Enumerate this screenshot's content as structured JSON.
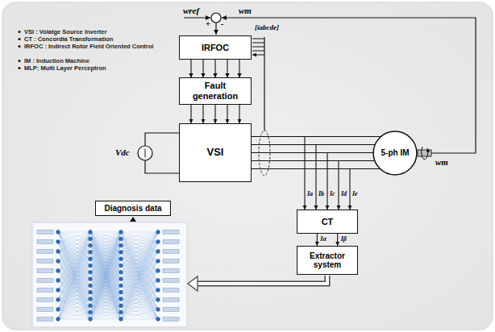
{
  "diagram": {
    "nodes": [
      {
        "text": [
          "IRFOC"
        ]
      },
      {
        "text": [
          "Fault generation"
        ]
      },
      {
        "text": [
          "VSI"
        ]
      },
      {
        "text": [
          "5-ph IM"
        ]
      },
      {
        "text": [
          "CT"
        ]
      },
      {
        "text": [
          "Extractor system"
        ]
      },
      {
        "text": [
          "Diagnosis data"
        ]
      }
    ],
    "edges": [
      {
        "from": 0,
        "to": 1,
        "arrow": "to"
      },
      {
        "from": 0,
        "to": 1,
        "arrow": "to"
      },
      {
        "from": 0,
        "to": 1,
        "arrow": "to"
      },
      {
        "from": 0,
        "to": 1,
        "arrow": "to"
      },
      {
        "from": 0,
        "to": 1,
        "arrow": "to"
      },
      {
        "from": 1,
        "to": 2,
        "arrow": "to"
      },
      {
        "from": 1,
        "to": 2,
        "arrow": "to"
      },
      {
        "from": 1,
        "to": 2,
        "arrow": "to"
      },
      {
        "from": 1,
        "to": 2,
        "arrow": "to"
      },
      {
        "from": 1,
        "to": 2,
        "arrow": "to"
      },
      {
        "from": 2,
        "to": 3,
        "arrow": "none"
      },
      {
        "from": 2,
        "to": 3,
        "arrow": "none"
      },
      {
        "from": 2,
        "to": 3,
        "arrow": "none"
      },
      {
        "from": 2,
        "to": 3,
        "arrow": "none"
      },
      {
        "from": 2,
        "to": 3,
        "arrow": "none"
      },
      {
        "from": 2,
        "to": 4,
        "label": "Ia",
        "arrow": "to"
      },
      {
        "from": 2,
        "to": 4,
        "label": "Ib",
        "arrow": "to"
      },
      {
        "from": 2,
        "to": 4,
        "label": "Ic",
        "arrow": "to"
      },
      {
        "from": 2,
        "to": 4,
        "label": "Id",
        "arrow": "to"
      },
      {
        "from": 2,
        "to": 4,
        "label": "Ie",
        "arrow": "to"
      },
      {
        "from": 4,
        "to": 5,
        "label": "Iα",
        "arrow": "to"
      },
      {
        "from": 4,
        "to": 5,
        "label": "Iβ",
        "arrow": "to"
      }
    ],
    "labels": [
      "VSI : Volatge Source Inverter",
      "CT : Concordia Transformation",
      "IRFOC : Indirect Rotor Field Oriented Control",
      "IM : Induction Machine",
      "MLP: Multi Layer Perceptron",
      "wref",
      "wm",
      "+",
      "-",
      "[iabcde]",
      "Vdc",
      "wm"
    ]
  }
}
